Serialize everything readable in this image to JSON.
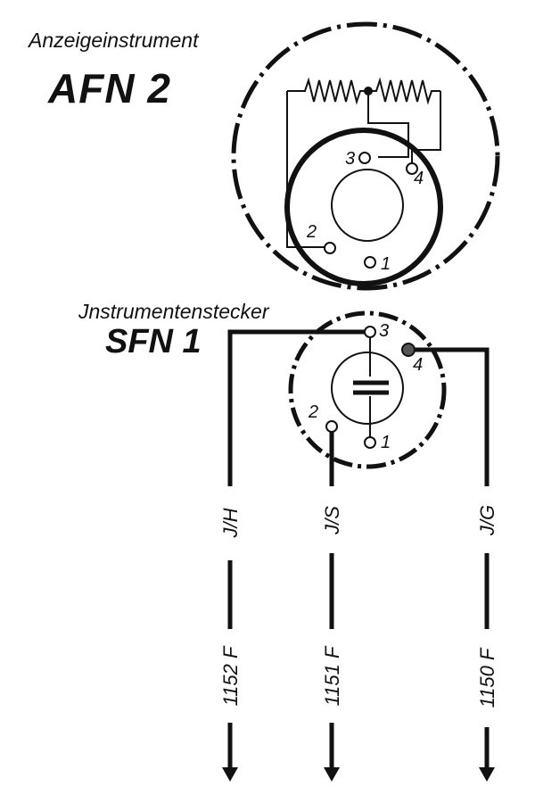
{
  "instrument": {
    "caption": "Anzeigeinstrument",
    "model": "AFN 2",
    "pins": [
      "3",
      "4",
      "2",
      "1"
    ]
  },
  "plug": {
    "caption": "Jnstrumentenstecker",
    "model": "SFN 1",
    "pins": [
      "3",
      "4",
      "2",
      "1"
    ]
  },
  "wires": [
    {
      "code": "J/H",
      "number": "1152 F"
    },
    {
      "code": "J/S",
      "number": "1151 F"
    },
    {
      "code": "J/G",
      "number": "1150 F"
    }
  ]
}
